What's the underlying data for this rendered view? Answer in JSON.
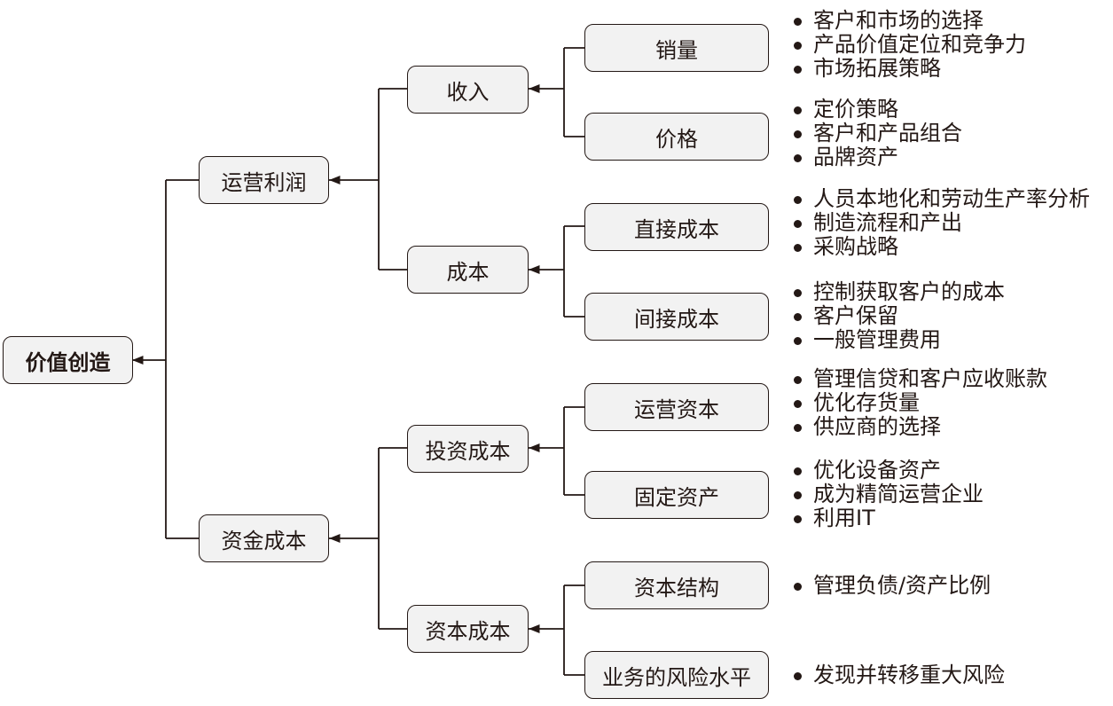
{
  "root": "价值创造",
  "level1": {
    "operating_profit": "运营利润",
    "capital_cost": "资金成本"
  },
  "level2": {
    "revenue": "收入",
    "cost": "成本",
    "investment_cost": "投资成本",
    "capital_cost2": "资本成本"
  },
  "level3": {
    "sales_volume": "销量",
    "price": "价格",
    "direct_cost": "直接成本",
    "indirect_cost": "间接成本",
    "working_capital": "运营资本",
    "fixed_assets": "固定资产",
    "capital_structure": "资本结构",
    "business_risk": "业务的风险水平"
  },
  "bullets": {
    "sales_volume": [
      "客户和市场的选择",
      "产品价值定位和竞争力",
      "市场拓展策略"
    ],
    "price": [
      "定价策略",
      "客户和产品组合",
      "品牌资产"
    ],
    "direct_cost": [
      "人员本地化和劳动生产率分析",
      "制造流程和产出",
      "采购战略"
    ],
    "indirect_cost": [
      "控制获取客户的成本",
      "客户保留",
      "一般管理费用"
    ],
    "working_capital": [
      "管理信贷和客户应收账款",
      "优化存货量",
      "供应商的选择"
    ],
    "fixed_assets": [
      "优化设备资产",
      "成为精简运营企业",
      "利用IT"
    ],
    "capital_structure": [
      "管理负债/资产比例"
    ],
    "business_risk": [
      "发现并转移重大风险"
    ]
  }
}
